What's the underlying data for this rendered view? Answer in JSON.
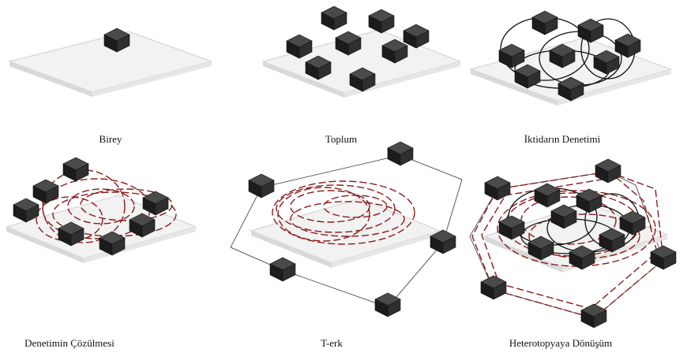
{
  "panels": [
    {
      "id": "birey",
      "label": "Birey"
    },
    {
      "id": "toplum",
      "label": "Toplum"
    },
    {
      "id": "iktidar",
      "label": "İktidarın Denetimi"
    },
    {
      "id": "cozulme",
      "label": "Denetimin Çözülmesi"
    },
    {
      "id": "terk",
      "label": "T-erk"
    },
    {
      "id": "hetero",
      "label": "Heterotopyaya Dönüşüm"
    }
  ],
  "colors": {
    "cube_top": "#4a4a4a",
    "cube_left": "#1c1c1c",
    "cube_right": "#2f2f2f",
    "platform_top": "#f1f1f1",
    "platform_side": "#d6d6d6",
    "control": "#111111",
    "dissolution": "#8b1a1a"
  }
}
